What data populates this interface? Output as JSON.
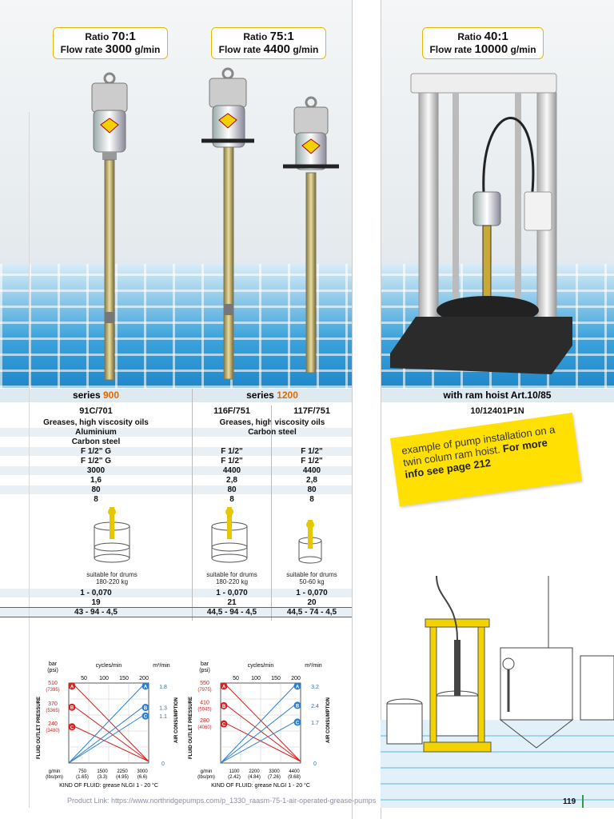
{
  "ratios": [
    {
      "label": "Ratio",
      "value": "70:1",
      "flow_label": "Flow rate",
      "flow_value": "3000",
      "flow_unit": "g/min"
    },
    {
      "label": "Ratio",
      "value": "75:1",
      "flow_label": "Flow rate",
      "flow_value": "4400",
      "flow_unit": "g/min"
    },
    {
      "label": "Ratio",
      "value": "40:1",
      "flow_label": "Flow rate",
      "flow_value": "10000",
      "flow_unit": "g/min"
    }
  ],
  "series": {
    "s900_prefix": "series",
    "s900_num": "900",
    "s1200_prefix": "series",
    "s1200_num": "1200",
    "ram_title": "with ram hoist Art.10/85"
  },
  "codes": {
    "c1": "91C/701",
    "c2": "116F/751",
    "c3": "117F/751",
    "c4": "10/12401P1N"
  },
  "rows": {
    "fluids_a": "Greases, high viscosity oils",
    "fluids_b": "Greases, high viscosity oils",
    "mat_a": "Aluminium",
    "mat_b": "Carbon steel",
    "mat_c": "Carbon steel",
    "r4": [
      "F 1/2\" G",
      "F 1/2\"",
      "F 1/2\""
    ],
    "r5": [
      "F 1/2\" G",
      "F 1/2\"",
      "F 1/2\""
    ],
    "r6": [
      "3000",
      "4400",
      "4400"
    ],
    "r7": [
      "1,6",
      "2,8",
      "2,8"
    ],
    "r8": [
      "80",
      "80",
      "80"
    ],
    "r9": [
      "8",
      "8",
      "8"
    ],
    "r10": [
      "1 - 0,070",
      "1 - 0,070",
      "1 - 0,070"
    ],
    "r11": [
      "19",
      "21",
      "20"
    ],
    "r12": [
      "43 - 94 - 4,5",
      "44,5 - 94 - 4,5",
      "44,5 - 74 - 4,5"
    ]
  },
  "drums": [
    {
      "l1": "suitable for drums",
      "l2": "180-220 kg"
    },
    {
      "l1": "suitable for drums",
      "l2": "180-220 kg"
    },
    {
      "l1": "suitable for drums",
      "l2": "50-60 kg"
    }
  ],
  "note": {
    "text": "example of pump installation on a twin colum ram hoist.",
    "bold": "For more info see page 212"
  },
  "footer": {
    "link": "Product Link: https://www.northridgepumps.com/p_1330_raasm-75-1-air-operated-grease-pumps",
    "page": "119"
  },
  "chart_data": [
    {
      "type": "line",
      "title": "",
      "xlabel": "cycles/min",
      "ylabel": "FLUID OUTLET PRESSURE",
      "y2label": "AIR CONSUMPTION",
      "y_unit": "bar (psi)",
      "y2_unit": "m³/min",
      "top_ticks": [
        "50",
        "100",
        "150",
        "200"
      ],
      "x_unit": "g/min (lbs/pm)",
      "bottom_ticks": [
        "750",
        "1500",
        "2250",
        "3000"
      ],
      "bottom_ticks_sub": [
        "(1.65)",
        "(3.3)",
        "(4.95)",
        "(6.6)"
      ],
      "y_ticks": [
        "510",
        "370",
        "240"
      ],
      "y_ticks_sub": [
        "(7395)",
        "(5365)",
        "(3480)"
      ],
      "y2_ticks": [
        "1.8",
        "1.3",
        "1.1",
        "0"
      ],
      "pressure_lines": [
        {
          "name": "A",
          "start": 510
        },
        {
          "name": "B",
          "start": 370
        },
        {
          "name": "C",
          "start": 240
        }
      ],
      "air_lines": [
        {
          "name": "A",
          "end": 1.8
        },
        {
          "name": "B",
          "end": 1.3
        },
        {
          "name": "C",
          "end": 1.1
        }
      ],
      "fluid": "KIND OF FLUID: grease NLGI 1 - 20 °C"
    },
    {
      "type": "line",
      "title": "",
      "xlabel": "cycles/min",
      "ylabel": "FLUID OUTLET PRESSURE",
      "y2label": "AIR CONSUMPTION",
      "y_unit": "bar (psi)",
      "y2_unit": "m³/min",
      "top_ticks": [
        "50",
        "100",
        "150",
        "200"
      ],
      "x_unit": "g/min (lbs/pm)",
      "bottom_ticks": [
        "1100",
        "2200",
        "3300",
        "4400"
      ],
      "bottom_ticks_sub": [
        "(2.42)",
        "(4.84)",
        "(7.26)",
        "(9.68)"
      ],
      "y_ticks": [
        "550",
        "410",
        "280"
      ],
      "y_ticks_sub": [
        "(7975)",
        "(5945)",
        "(4060)"
      ],
      "y2_ticks": [
        "3.2",
        "2.4",
        "1.7",
        "0"
      ],
      "pressure_lines": [
        {
          "name": "A",
          "start": 550
        },
        {
          "name": "B",
          "start": 410
        },
        {
          "name": "C",
          "start": 280
        }
      ],
      "air_lines": [
        {
          "name": "A",
          "end": 3.2
        },
        {
          "name": "B",
          "end": 2.4
        },
        {
          "name": "C",
          "end": 1.7
        }
      ],
      "fluid": "KIND OF FLUID: grease NLGI 1 - 20 °C"
    }
  ]
}
